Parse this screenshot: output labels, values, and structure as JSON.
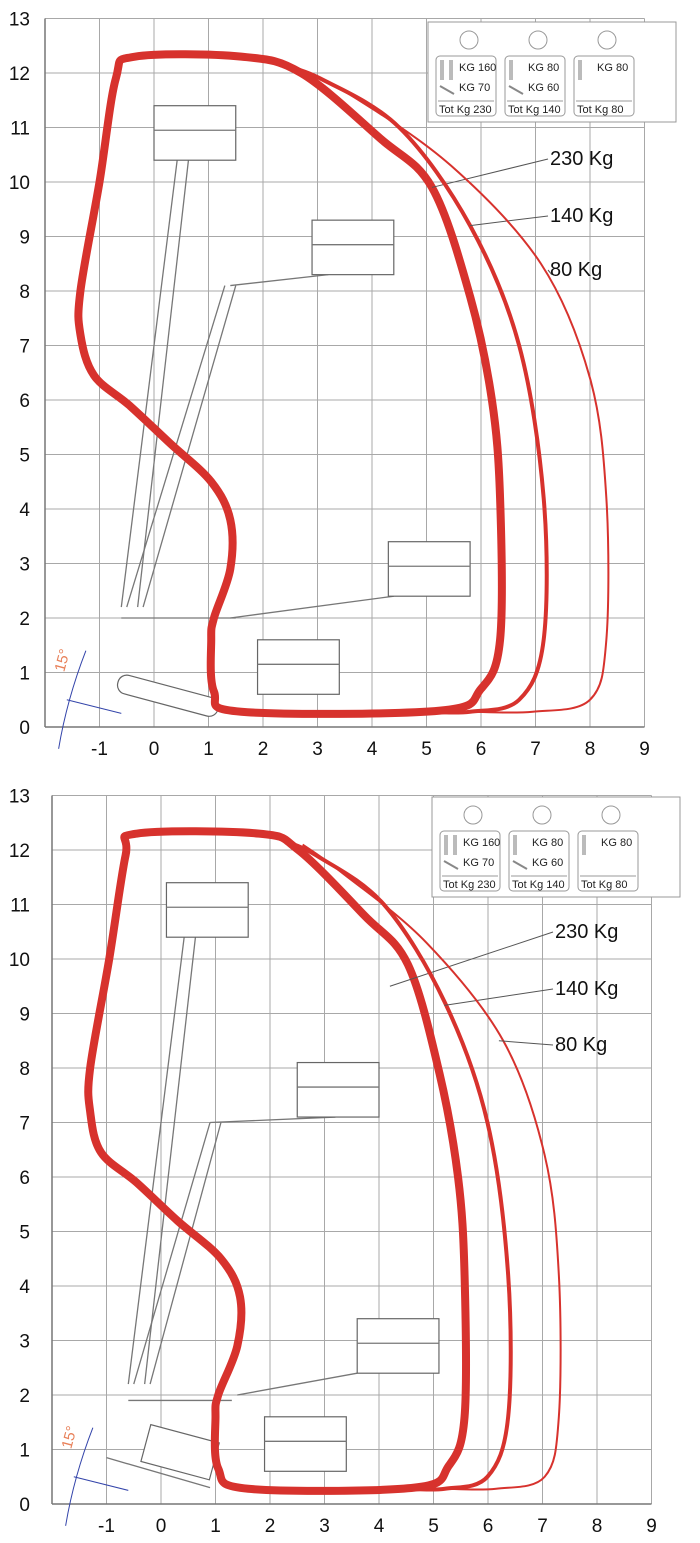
{
  "colors": {
    "envelope": "#d7322d",
    "grid": "#a8a8a8",
    "angle_line": "#3344aa",
    "angle_text": "#e8815a"
  },
  "chart_data": [
    {
      "type": "line",
      "title": "",
      "xlabel": "",
      "ylabel": "",
      "xlim": [
        -2,
        9
      ],
      "ylim": [
        0,
        13
      ],
      "x_ticks": [
        "-1",
        "0",
        "1",
        "2",
        "3",
        "4",
        "5",
        "6",
        "7",
        "8",
        "9"
      ],
      "y_ticks": [
        "0",
        "1",
        "2",
        "3",
        "4",
        "5",
        "6",
        "7",
        "8",
        "9",
        "10",
        "11",
        "12",
        "13"
      ],
      "grid": true,
      "tilt_angle_label": "15°",
      "legend": [
        {
          "lines": [
            "KG 160",
            "KG 70"
          ],
          "total": "Tot Kg 230",
          "persons": 2,
          "tools": true
        },
        {
          "lines": [
            "KG 80",
            "KG 60"
          ],
          "total": "Tot Kg 140",
          "persons": 1,
          "tools": true
        },
        {
          "lines": [
            "KG 80"
          ],
          "total": "Tot Kg 80",
          "persons": 1,
          "tools": false
        }
      ],
      "series": [
        {
          "name": "230 Kg",
          "width": "heavy",
          "points": [
            [
              -0.35,
              12.3
            ],
            [
              1.6,
              12.3
            ],
            [
              2.7,
              12.0
            ],
            [
              4.15,
              10.8
            ],
            [
              5.1,
              9.9
            ],
            [
              5.8,
              7.9
            ],
            [
              6.2,
              6.0
            ],
            [
              6.35,
              4.2
            ],
            [
              6.35,
              1.6
            ],
            [
              6.0,
              0.7
            ],
            [
              5.25,
              0.3
            ],
            [
              1.6,
              0.28
            ],
            [
              1.1,
              0.65
            ],
            [
              1.05,
              1.6
            ],
            [
              1.1,
              2.0
            ],
            [
              1.4,
              2.9
            ],
            [
              1.4,
              3.8
            ],
            [
              1.05,
              4.5
            ],
            [
              0.3,
              5.2
            ],
            [
              -0.45,
              5.9
            ],
            [
              -1.1,
              6.45
            ],
            [
              -1.35,
              7.2
            ],
            [
              -1.35,
              8.0
            ],
            [
              -1.0,
              10.0
            ],
            [
              -0.7,
              11.9
            ]
          ],
          "closed": true,
          "label_anchor": [
            5.1,
            9.9
          ]
        },
        {
          "name": "140 Kg",
          "width": "medium",
          "points": [
            [
              2.3,
              12.15
            ],
            [
              3.05,
              11.9
            ],
            [
              4.5,
              11.0
            ],
            [
              5.8,
              9.2
            ],
            [
              6.7,
              7.0
            ],
            [
              7.15,
              4.2
            ],
            [
              7.15,
              1.6
            ],
            [
              6.7,
              0.5
            ],
            [
              5.8,
              0.28
            ],
            [
              5.0,
              0.28
            ]
          ],
          "closed": false,
          "label_anchor": [
            5.8,
            9.2
          ]
        },
        {
          "name": "80 Kg",
          "width": "light",
          "points": [
            [
              2.6,
              12.1
            ],
            [
              3.6,
              11.6
            ],
            [
              5.45,
              10.3
            ],
            [
              7.1,
              8.5
            ],
            [
              8.0,
              6.4
            ],
            [
              8.3,
              4.2
            ],
            [
              8.3,
              1.6
            ],
            [
              8.0,
              0.5
            ],
            [
              6.95,
              0.28
            ],
            [
              5.8,
              0.28
            ]
          ],
          "closed": false,
          "label_anchor": [
            7.3,
            8.3
          ]
        }
      ]
    },
    {
      "type": "line",
      "title": "",
      "xlabel": "",
      "ylabel": "",
      "xlim": [
        -2,
        9
      ],
      "ylim": [
        0,
        13
      ],
      "x_ticks": [
        "-1",
        "0",
        "1",
        "2",
        "3",
        "4",
        "5",
        "6",
        "7",
        "8",
        "9"
      ],
      "y_ticks": [
        "0",
        "1",
        "2",
        "3",
        "4",
        "5",
        "6",
        "7",
        "8",
        "9",
        "10",
        "11",
        "12",
        "13"
      ],
      "grid": true,
      "tilt_angle_label": "15°",
      "legend": [
        {
          "lines": [
            "KG 160",
            "KG 70"
          ],
          "total": "Tot Kg 230",
          "persons": 2,
          "tools": true
        },
        {
          "lines": [
            "KG 80",
            "KG 60"
          ],
          "total": "Tot Kg 140",
          "persons": 1,
          "tools": true
        },
        {
          "lines": [
            "KG 80"
          ],
          "total": "Tot Kg 80",
          "persons": 1,
          "tools": false
        }
      ],
      "series": [
        {
          "name": "230 Kg",
          "width": "heavy",
          "points": [
            [
              -0.45,
              12.3
            ],
            [
              1.8,
              12.3
            ],
            [
              2.52,
              12.0
            ],
            [
              3.73,
              10.8
            ],
            [
              4.53,
              9.9
            ],
            [
              5.11,
              7.9
            ],
            [
              5.45,
              6.0
            ],
            [
              5.57,
              4.2
            ],
            [
              5.57,
              1.6
            ],
            [
              5.28,
              0.7
            ],
            [
              4.65,
              0.3
            ],
            [
              1.6,
              0.28
            ],
            [
              1.05,
              0.65
            ],
            [
              1.0,
              1.6
            ],
            [
              1.05,
              2.0
            ],
            [
              1.4,
              2.9
            ],
            [
              1.45,
              3.8
            ],
            [
              1.1,
              4.5
            ],
            [
              0.3,
              5.2
            ],
            [
              -0.45,
              5.9
            ],
            [
              -1.1,
              6.45
            ],
            [
              -1.3,
              7.2
            ],
            [
              -1.3,
              8.0
            ],
            [
              -0.95,
              10.0
            ],
            [
              -0.65,
              11.9
            ]
          ],
          "closed": true,
          "label_anchor": [
            4.2,
            9.5
          ]
        },
        {
          "name": "140 Kg",
          "width": "medium",
          "points": [
            [
              2.3,
              12.15
            ],
            [
              2.85,
              11.9
            ],
            [
              4.09,
              11.0
            ],
            [
              5.21,
              9.2
            ],
            [
              5.99,
              7.0
            ],
            [
              6.37,
              4.2
            ],
            [
              6.37,
              1.6
            ],
            [
              5.99,
              0.5
            ],
            [
              5.21,
              0.28
            ],
            [
              4.5,
              0.28
            ]
          ],
          "closed": false,
          "label_anchor": [
            5.2,
            9.15
          ]
        },
        {
          "name": "80 Kg",
          "width": "light",
          "points": [
            [
              2.6,
              12.1
            ],
            [
              3.3,
              11.6
            ],
            [
              4.87,
              10.3
            ],
            [
              6.28,
              8.5
            ],
            [
              7.04,
              6.4
            ],
            [
              7.3,
              4.2
            ],
            [
              7.3,
              1.6
            ],
            [
              7.04,
              0.5
            ],
            [
              6.15,
              0.28
            ],
            [
              5.2,
              0.28
            ]
          ],
          "closed": false,
          "label_anchor": [
            6.2,
            8.5
          ]
        }
      ]
    }
  ]
}
